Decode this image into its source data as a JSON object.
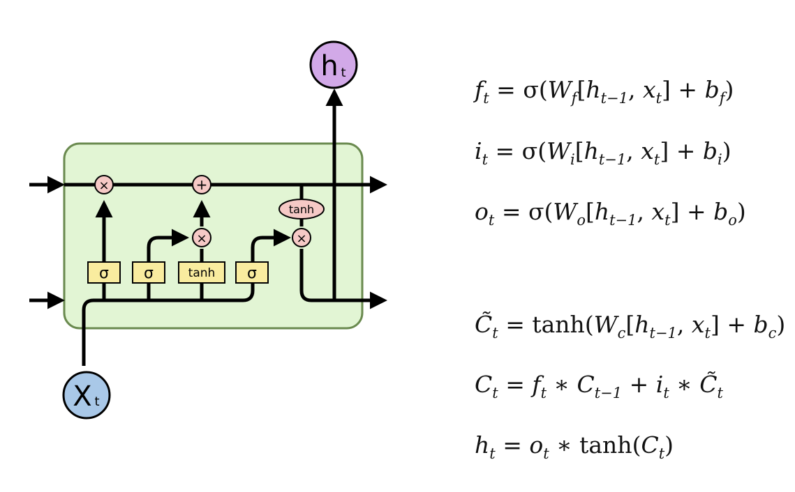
{
  "diagram": {
    "output_label": "h",
    "output_sub": "t",
    "input_label": "X",
    "input_sub": "t",
    "gates": {
      "sigma1": "σ",
      "sigma2": "σ",
      "tanh1": "tanh",
      "sigma3": "σ",
      "tanh2": "tanh"
    },
    "ops": {
      "mult_forget": "×",
      "add_cell": "+",
      "mult_input": "×",
      "mult_output": "×"
    },
    "colors": {
      "cell_fill": "#e2f5d4",
      "cell_border": "#6a8a4f",
      "gate_fill": "#f9ec9f",
      "op_fill": "#f6c9c6",
      "h_fill": "#d2a9e8",
      "x_fill": "#a9c8e8"
    }
  },
  "equations": [
    "f_t = σ(W_f[h_{t−1}, x_t] + b_f)",
    "i_t = σ(W_i[h_{t−1}, x_t] + b_i)",
    "o_t = σ(W_o[h_{t−1}, x_t] + b_o)",
    "C̃_t = tanh(W_c[h_{t−1}, x_t] + b_c)",
    "C_t = f_t ∗ C_{t−1} + i_t ∗ C̃_t",
    "h_t = o_t ∗ tanh(C_t)"
  ],
  "eq_text": {
    "sigma": "σ",
    "tanh": "tanh",
    "minus1": "t−1",
    "star": "∗"
  }
}
